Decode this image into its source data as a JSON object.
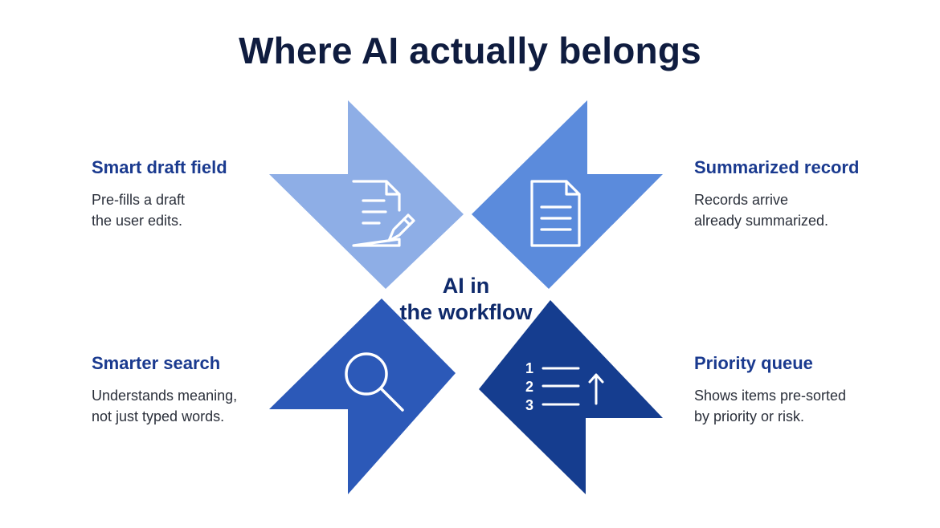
{
  "title": "Where AI actually belongs",
  "center": {
    "line1": "AI in",
    "line2": "the workflow"
  },
  "colors": {
    "top_left": "#8eaee6",
    "top_right": "#5b8bdc",
    "bottom_left": "#2c59b8",
    "bottom_right": "#153d8f",
    "heading": "#1a3a8f",
    "title": "#0f1c3f"
  },
  "items": {
    "top_left": {
      "heading": "Smart draft field",
      "line1": "Pre-fills a draft",
      "line2": "the user edits.",
      "icon": "document-edit-icon"
    },
    "top_right": {
      "heading": "Summarized record",
      "line1": "Records arrive",
      "line2": "already summarized.",
      "icon": "document-lines-icon"
    },
    "bottom_left": {
      "heading": "Smarter search",
      "line1": "Understands meaning,",
      "line2": "not just typed words.",
      "icon": "search-icon"
    },
    "bottom_right": {
      "heading": "Priority queue",
      "line1": "Shows items pre-sorted",
      "line2": "by priority or risk.",
      "icon": "ranked-list-up-icon"
    }
  },
  "priority_numbers": [
    "1",
    "2",
    "3"
  ]
}
